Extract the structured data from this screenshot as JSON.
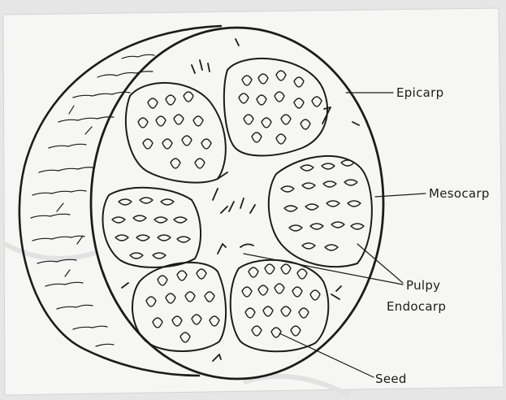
{
  "labels": {
    "epicarp": "Epicarp",
    "mesocarp": "Mesocarp",
    "pulpy": "Pulpy",
    "endocarp": "Endocarp",
    "seed": "Seed"
  },
  "colors": {
    "background": "#e6e6e6",
    "paper": "#f6f6f4",
    "ink": "#1c1c1c"
  }
}
